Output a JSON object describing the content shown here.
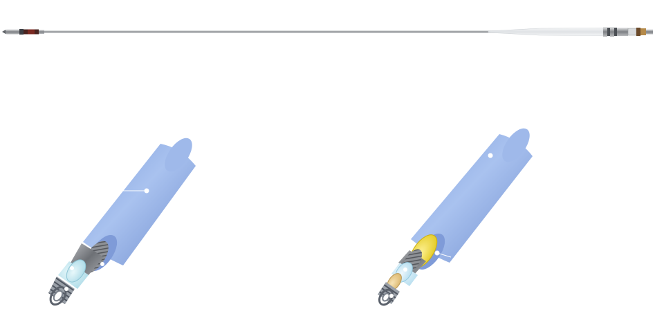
{
  "figure": {
    "colors": {
      "background": "#ffffff",
      "outer_jacket": "#8fb0e6",
      "outer_jacket_dark": "#6f8fd0",
      "braid": "#8d8f94",
      "inner_liner_left": "#bfe6f0",
      "inner_liner_right": "#c9e8f5",
      "coil": "#6f7680",
      "yellow_layer": "#f0dd3a",
      "gold_layer": "#e8c98a",
      "callout_dot": "#ffffff"
    },
    "components": [
      {
        "id": "full-lead",
        "type": "full-length lead with connector and distal tip"
      },
      {
        "id": "cross-section-left",
        "type": "layered tube cutaway",
        "layers": [
          "outer-jacket",
          "braid",
          "inner-liner",
          "coil"
        ]
      },
      {
        "id": "cross-section-right",
        "type": "layered tube cutaway",
        "layers": [
          "outer-jacket",
          "yellow-layer",
          "braid",
          "inner-liner",
          "gold-layer",
          "coil"
        ]
      }
    ]
  }
}
